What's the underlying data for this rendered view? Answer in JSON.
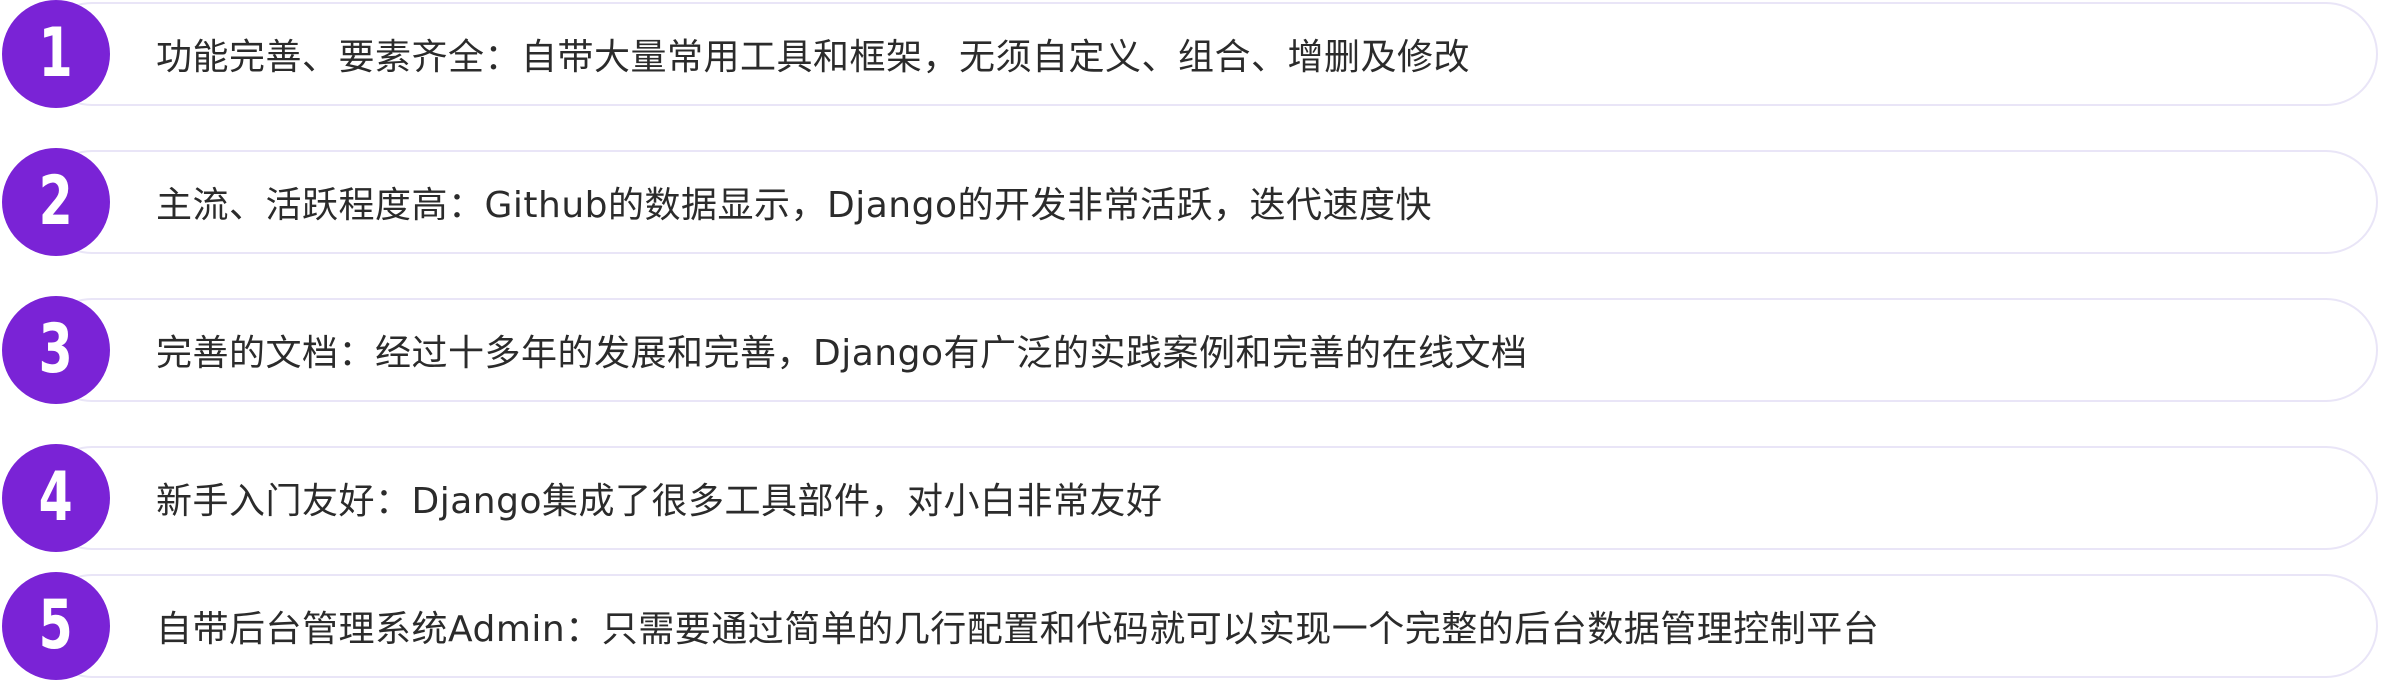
{
  "colors": {
    "accent": "#7a23d6",
    "pill_border": "#e9e5f7",
    "text": "#2b2b2b"
  },
  "items": [
    {
      "number": "1",
      "text": "功能完善、要素齐全：自带大量常用工具和框架，无须自定义、组合、增删及修改"
    },
    {
      "number": "2",
      "text": "主流、活跃程度高：Github的数据显示，Django的开发非常活跃，迭代速度快"
    },
    {
      "number": "3",
      "text": "完善的文档：经过十多年的发展和完善，Django有广泛的实践案例和完善的在线文档"
    },
    {
      "number": "4",
      "text": "新手入门友好：Django集成了很多工具部件，对小白非常友好"
    },
    {
      "number": "5",
      "text": "自带后台管理系统Admin：只需要通过简单的几行配置和代码就可以实现一个完整的后台数据管理控制平台"
    }
  ]
}
